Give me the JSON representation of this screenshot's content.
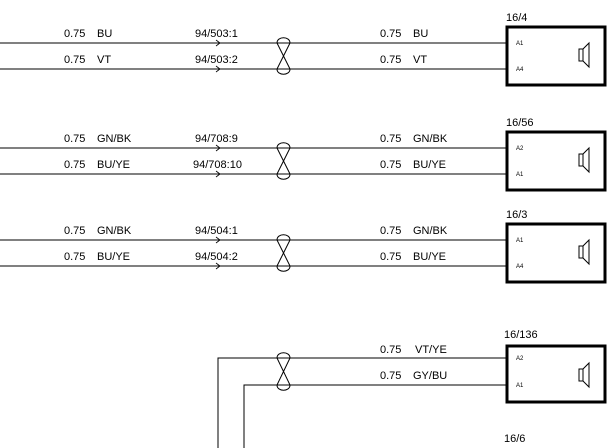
{
  "rows": [
    {
      "component": "16/4",
      "lines": [
        {
          "size": "0.75",
          "color_left": "BU",
          "connector": "94/503:1",
          "size_right": "0.75",
          "color_right": "BU",
          "pin": "A1"
        },
        {
          "size": "0.75",
          "color_left": "VT",
          "connector": "94/503:2",
          "size_right": "0.75",
          "color_right": "VT",
          "pin": "A4"
        }
      ]
    },
    {
      "component": "16/56",
      "lines": [
        {
          "size": "0.75",
          "color_left": "GN/BK",
          "connector": "94/708:9",
          "size_right": "0.75",
          "color_right": "GN/BK",
          "pin": "A2"
        },
        {
          "size": "0.75",
          "color_left": "BU/YE",
          "connector": "94/708:10",
          "size_right": "0.75",
          "color_right": "BU/YE",
          "pin": "A1"
        }
      ]
    },
    {
      "component": "16/3",
      "lines": [
        {
          "size": "0.75",
          "color_left": "GN/BK",
          "connector": "94/504:1",
          "size_right": "0.75",
          "color_right": "GN/BK",
          "pin": "A1"
        },
        {
          "size": "0.75",
          "color_left": "BU/YE",
          "connector": "94/504:2",
          "size_right": "0.75",
          "color_right": "BU/YE",
          "pin": "A4"
        }
      ]
    },
    {
      "component": "16/136",
      "lines": [
        {
          "size_right": "0.75",
          "color_right": "VT/YE",
          "pin": "A2"
        },
        {
          "size_right": "0.75",
          "color_right": "GY/BU",
          "pin": "A1"
        }
      ]
    }
  ],
  "partial_component": "16/6"
}
